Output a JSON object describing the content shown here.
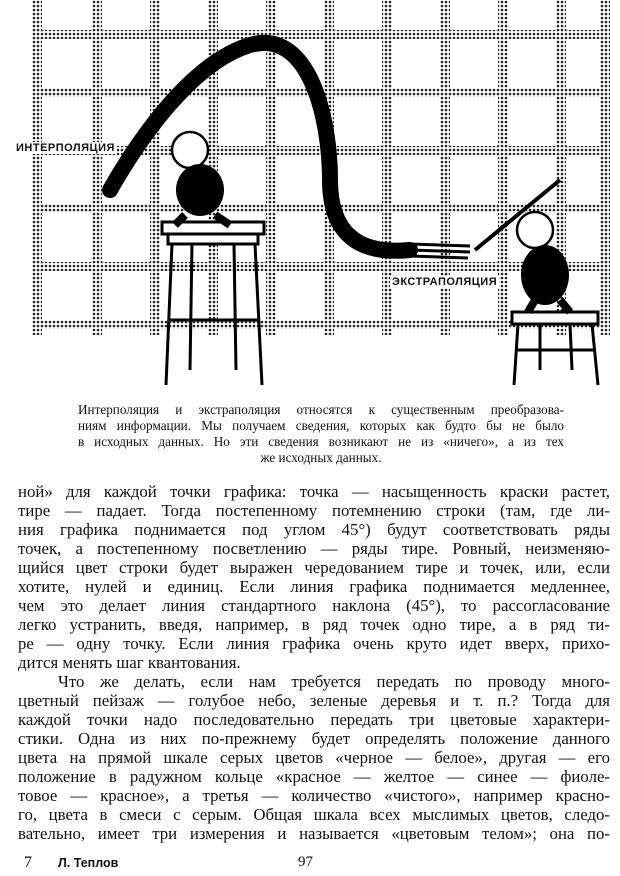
{
  "illustration": {
    "label_interpolation": "ИНТЕРПОЛЯЦИЯ",
    "label_extrapolation": "ЭКСТРАПОЛЯЦИЯ"
  },
  "caption": {
    "lines": [
      "Интерполяция и экстраполяция относятся к существенным преобразова-",
      "ниям информации. Мы получаем сведения, которых как будто бы не было",
      "в исходных данных. Но эти сведения возникают не из «ничего», а из тех",
      "же исходных данных."
    ]
  },
  "body": {
    "paragraph1": [
      "ной» для каждой точки графика: точка — насыщенность краски растет,",
      "тире — падает. Тогда постепенному потемнению строки (там, где ли-",
      "ния графика поднимается под углом 45°) будут соответствовать ряды",
      "точек, а постепенному посветлению — ряды тире. Ровный, неизменяю-",
      "щийся цвет строки будет выражен чередованием тире и точек, или, если",
      "хотите, нулей и единиц. Если линия графика поднимается медленнее,",
      "чем это делает линия стандартного наклона (45°), то рассогласование",
      "легко устранить, введя, например, в ряд точек одно тире, а в ряд ти-",
      "ре — одну точку. Если линия графика очень круто идет вверх, прихо-",
      "дится менять шаг квантования."
    ],
    "paragraph2": [
      "Что же делать, если нам требуется передать по проводу много-",
      "цветный пейзаж — голубое небо, зеленые деревья и т. п.? Тогда для",
      "каждой точки надо последовательно передать три цветовые характери-",
      "стики. Одна из них по-прежнему будет определять положение данного",
      "цвета на прямой шкале серых цветов «черное — белое», другая — его",
      "положение в радужном кольце «красное — желтое — синее — фиоле-",
      "товое — красное», а третья — количество «чистого», например красно-",
      "го, цвета в смеси с серым. Общая шкала всех мыслимых цветов, следо-",
      "вательно, имеет три измерения и называется «цветовым телом»; она по-"
    ]
  },
  "footer": {
    "signature_number": "7",
    "signature_author": "Л. Теплов",
    "page_number": "97"
  }
}
